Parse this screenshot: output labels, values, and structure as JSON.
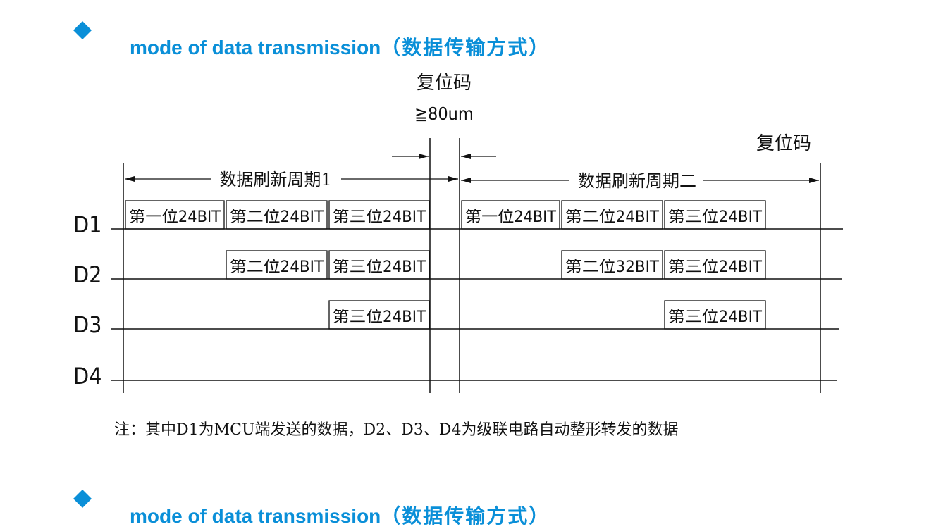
{
  "heading": {
    "title_en": "mode of data transmission",
    "title_cn": "（数据传输方式）",
    "bullet_color": "#0a8fd8"
  },
  "diagram": {
    "reset_code_label": "复位码",
    "reset_min_label": "≧80um",
    "reset_code_label_right": "复位码",
    "cycle1_label": "数据刷新周期1",
    "cycle2_label": "数据刷新周期二",
    "rows": [
      {
        "label": "D1",
        "cycle1": [
          "第一位24BIT",
          "第二位24BIT",
          "第三位24BIT"
        ],
        "cycle2": [
          "第一位24BIT",
          "第二位24BIT",
          "第三位24BIT"
        ]
      },
      {
        "label": "D2",
        "cycle1": [
          "",
          "第二位24BIT",
          "第三位24BIT"
        ],
        "cycle2": [
          "",
          "第二位32BIT",
          "第三位24BIT"
        ]
      },
      {
        "label": "D3",
        "cycle1": [
          "",
          "",
          "第三位24BIT"
        ],
        "cycle2": [
          "",
          "",
          "第三位24BIT"
        ]
      },
      {
        "label": "D4",
        "cycle1": [
          "",
          "",
          ""
        ],
        "cycle2": [
          "",
          "",
          ""
        ]
      }
    ]
  },
  "note": "注：其中D1为MCU端发送的数据，D2、D3、D4为级联电路自动整形转发的数据"
}
